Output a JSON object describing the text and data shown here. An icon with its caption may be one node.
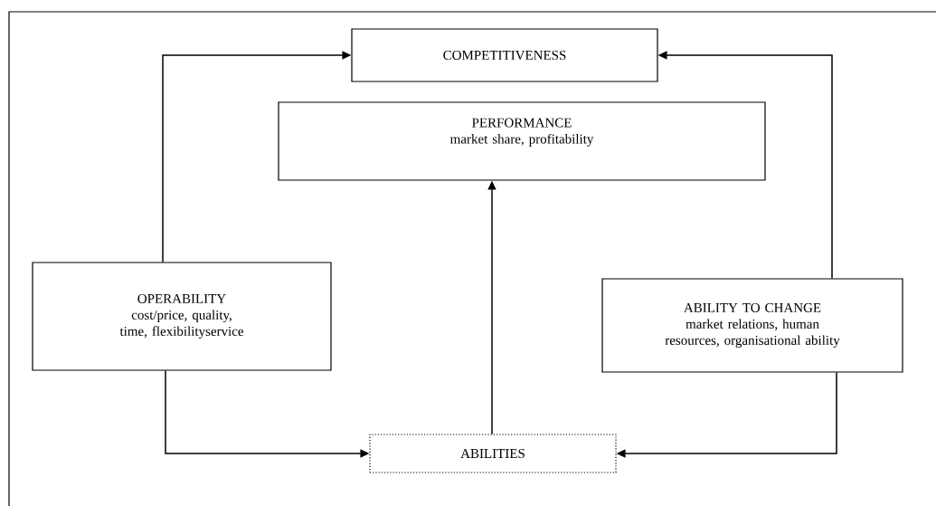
{
  "diagram": {
    "nodes": [
      {
        "text": [
          "COMPETITIVENESS"
        ]
      },
      {
        "text": [
          "PERFORMANCE",
          "market share, profitability"
        ]
      },
      {
        "text": [
          "OPERABILITY",
          "cost/price, quality, time, flexibilityservice"
        ]
      },
      {
        "text": [
          "ABILITY TO CHANGE",
          "market relations, human resources, organisational ability"
        ]
      },
      {
        "text": [
          "ABILITIES"
        ]
      }
    ],
    "edges": [
      {
        "from": 2,
        "to": 0,
        "arrow": "to"
      },
      {
        "from": 3,
        "to": 0,
        "arrow": "to"
      },
      {
        "from": 4,
        "to": 1,
        "arrow": "to"
      },
      {
        "from": 2,
        "to": 4,
        "arrow": "to"
      },
      {
        "from": 3,
        "to": 4,
        "arrow": "to"
      }
    ]
  }
}
